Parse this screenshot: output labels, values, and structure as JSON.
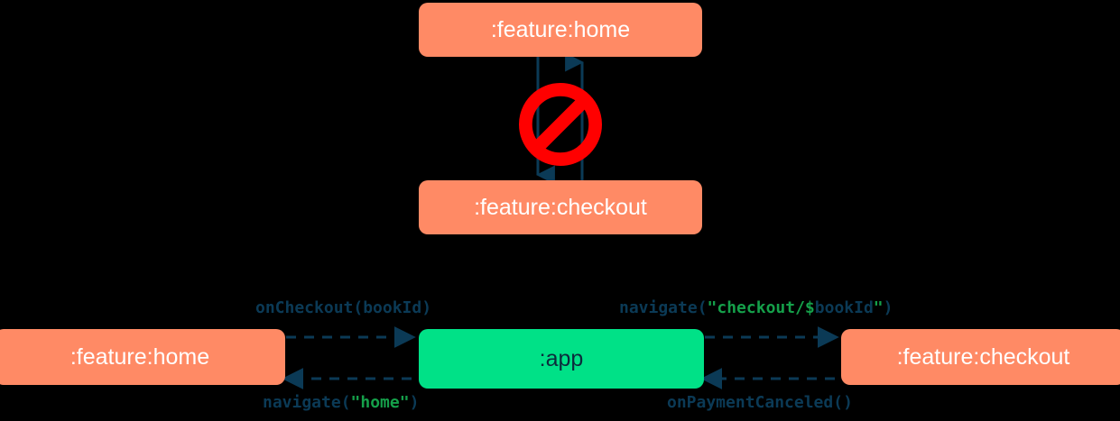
{
  "diagram": {
    "title": "module navigation dependency diagram",
    "colors": {
      "background": "#000000",
      "feature_module": "#ff8a65",
      "app_module": "#00e187",
      "edge": "#0b3a56",
      "string_literal": "#15a04a",
      "forbidden": "#ff0000",
      "feature_label": "#ffffff",
      "app_label": "#0c2b3c"
    },
    "top_section": {
      "nodes": [
        {
          "id": "home-top",
          "label": ":feature:home",
          "type": "feature-module"
        },
        {
          "id": "checkout-top",
          "label": ":feature:checkout",
          "type": "feature-module"
        }
      ],
      "edges": [
        {
          "from": "home-top",
          "to": "checkout-top",
          "direction": "down",
          "style": "solid"
        },
        {
          "from": "checkout-top",
          "to": "home-top",
          "direction": "up",
          "style": "solid"
        }
      ],
      "overlay": {
        "icon": "prohibition-icon",
        "meaning": "not allowed"
      }
    },
    "bottom_section": {
      "nodes": [
        {
          "id": "home-bottom",
          "label": ":feature:home",
          "type": "feature-module"
        },
        {
          "id": "app",
          "label": ":app",
          "type": "app-module"
        },
        {
          "id": "checkout-bottom",
          "label": ":feature:checkout",
          "type": "feature-module"
        }
      ],
      "edges": [
        {
          "id": "oncheckout",
          "from": "home-bottom",
          "to": "app",
          "direction": "right",
          "style": "dashed",
          "label_plain": "onCheckout(bookId)",
          "label_parts": [
            {
              "text": "onCheckout(bookId)",
              "kind": "code"
            }
          ]
        },
        {
          "id": "navigate-checkout",
          "from": "app",
          "to": "checkout-bottom",
          "direction": "right",
          "style": "dashed",
          "label_plain": "navigate(\"checkout/$bookId\")",
          "label_parts": [
            {
              "text": "navigate(",
              "kind": "code"
            },
            {
              "text": "\"checkout/$",
              "kind": "string"
            },
            {
              "text": "bookId",
              "kind": "code"
            },
            {
              "text": "\"",
              "kind": "string"
            },
            {
              "text": ")",
              "kind": "code"
            }
          ]
        },
        {
          "id": "navigate-home",
          "from": "app",
          "to": "home-bottom",
          "direction": "left",
          "style": "dashed",
          "label_plain": "navigate(\"home\")",
          "label_parts": [
            {
              "text": "navigate(",
              "kind": "code"
            },
            {
              "text": "\"home\"",
              "kind": "string"
            },
            {
              "text": ")",
              "kind": "code"
            }
          ]
        },
        {
          "id": "onpaymentcanceled",
          "from": "checkout-bottom",
          "to": "app",
          "direction": "left",
          "style": "dashed",
          "label_plain": "onPaymentCanceled()",
          "label_parts": [
            {
              "text": "onPaymentCanceled()",
              "kind": "code"
            }
          ]
        }
      ]
    }
  }
}
